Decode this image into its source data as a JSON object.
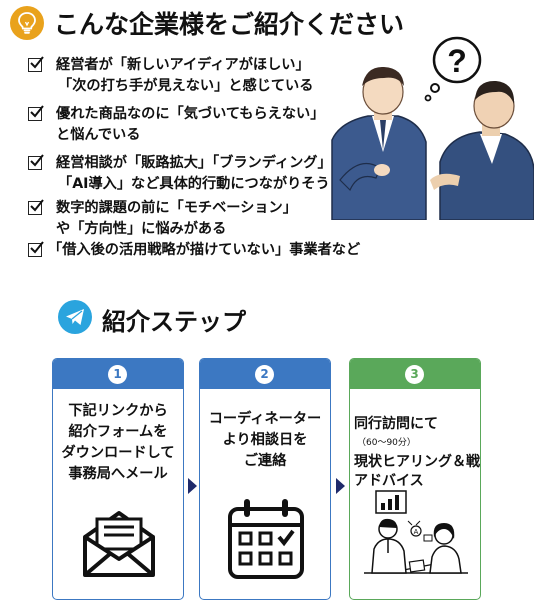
{
  "header": {
    "title": "こんな企業様をご紹介ください",
    "icon": "lightbulb-icon",
    "icon_color": "#e9a21c"
  },
  "checklist": [
    {
      "lines": [
        "経営者が「新しいアイディアがほしい」",
        "「次の打ち手が見えない」と感じている"
      ]
    },
    {
      "lines": [
        "優れた商品なのに「気づいてもらえない」",
        "と悩んでいる"
      ]
    },
    {
      "lines": [
        "経営相談が「販路拡大」「ブランディング」",
        "「AI導入」など具体的行動につながりそう"
      ]
    },
    {
      "lines": [
        "数字的課題の前に「モチベーション」",
        "や「方向性」に悩みがある"
      ]
    },
    {
      "lines": [
        "「借入後の活用戦略が描けていない」事業者など"
      ]
    }
  ],
  "steps_section": {
    "title": "紹介ステップ",
    "icon": "paper-plane-icon",
    "icon_color": "#2aa4de"
  },
  "steps": [
    {
      "number": "1",
      "lines": [
        "下記リンクから",
        "紹介フォームを",
        "ダウンロードして",
        "事務局へメール"
      ],
      "icon": "envelope-icon",
      "color": "#3c78c2"
    },
    {
      "number": "2",
      "lines": [
        "コーディネーター",
        "より相談日を",
        "ご連絡"
      ],
      "icon": "calendar-icon",
      "color": "#3c78c2"
    },
    {
      "number": "3",
      "line1": "同行訪問にて",
      "note": "（60〜90分）",
      "lines_rest": [
        "現状ヒアリング＆戦略",
        "アドバイス"
      ],
      "icon": "consultation-icon",
      "color": "#5aa85a"
    }
  ]
}
